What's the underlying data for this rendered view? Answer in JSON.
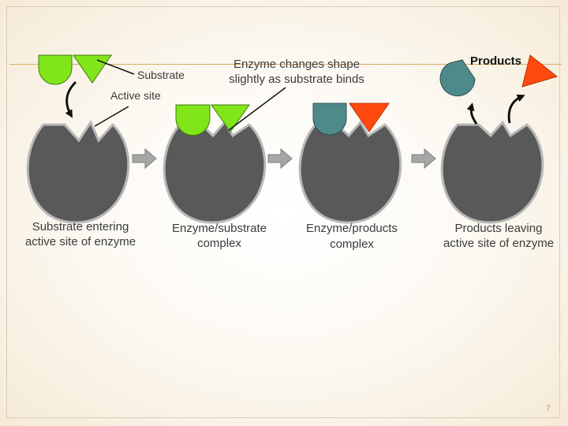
{
  "annotations": {
    "substrate": "Substrate",
    "active_site": "Active site",
    "shape_change_line1": "Enzyme changes shape",
    "shape_change_line2": "slightly as substrate binds",
    "products": "Products"
  },
  "stages": [
    {
      "line1": "Substrate entering",
      "line2": "active site of enzyme"
    },
    {
      "line1": "Enzyme/substrate",
      "line2": "complex"
    },
    {
      "line1": "Enzyme/products",
      "line2": "complex"
    },
    {
      "line1": "Products leaving",
      "line2": "active site of enzyme"
    }
  ],
  "page_number": "7",
  "colors": {
    "enzyme": "#595959",
    "enzyme_outline": "#b8b8b8",
    "substrate_green": "#80e61a",
    "product_teal": "#4f8a8b",
    "product_orange": "#ff4a0f",
    "arrow_gray": "#a6a6a6",
    "accent_rule": "#e0ac62"
  }
}
